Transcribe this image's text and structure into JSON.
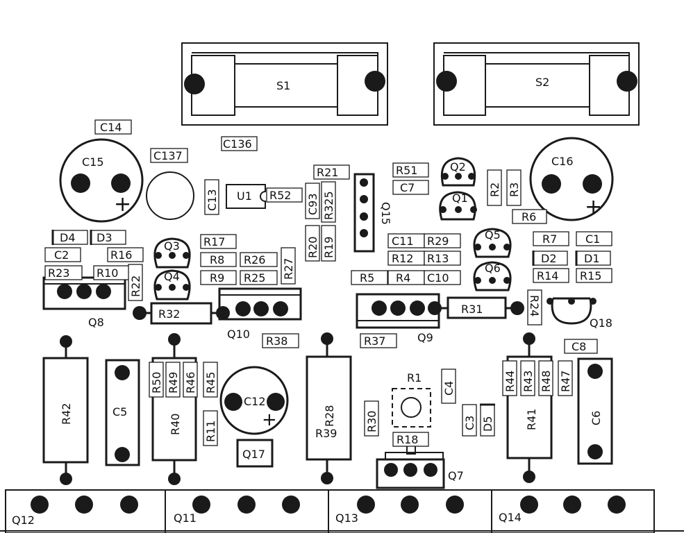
{
  "colors": {
    "ink": "#1a1a1a",
    "background": "#ffffff"
  },
  "switches": [
    {
      "ref": "S1"
    },
    {
      "ref": "S2"
    }
  ],
  "capacitor_labels": [
    "C14",
    "C136",
    "C137",
    "C13",
    "C93",
    "C7",
    "C11",
    "C10",
    "C2",
    "C1",
    "C8",
    "C4",
    "C3"
  ],
  "caps": [
    {
      "ref": "C15",
      "polarity": "+"
    },
    {
      "ref": "C16",
      "polarity": "+"
    },
    {
      "ref": "C12",
      "polarity": "+"
    },
    {
      "ref": "C5"
    },
    {
      "ref": "C6"
    }
  ],
  "resistor_labels": [
    "R21",
    "R325",
    "R20",
    "R19",
    "R51",
    "R2",
    "R3",
    "R6",
    "R52",
    "R17",
    "R16",
    "R8",
    "R26",
    "R27",
    "R9",
    "R25",
    "R23",
    "R10",
    "R22",
    "R29",
    "R12",
    "R13",
    "R5",
    "R4",
    "R7",
    "R14",
    "R15",
    "R24",
    "R38",
    "R37",
    "R50",
    "R49",
    "R46",
    "R45",
    "R11",
    "R30",
    "R44",
    "R43",
    "R48",
    "R47",
    "R18"
  ],
  "resistors": [
    {
      "ref": "R42"
    },
    {
      "ref": "R40"
    },
    {
      "ref": "R28"
    },
    {
      "ref": "R39"
    },
    {
      "ref": "R41"
    },
    {
      "ref": "R32"
    },
    {
      "ref": "R31"
    },
    {
      "ref": "R1"
    }
  ],
  "diodes": [
    "D4",
    "D3",
    "D2",
    "D1",
    "D5"
  ],
  "transistors": [
    "Q1",
    "Q2",
    "Q3",
    "Q4",
    "Q5",
    "Q6",
    "Q18"
  ],
  "headers": [
    "Q8",
    "Q10",
    "Q9",
    "Q7",
    "Q15"
  ],
  "ics": [
    {
      "ref": "U1"
    },
    {
      "ref": "Q17"
    }
  ],
  "bottom_connectors": [
    "Q12",
    "Q11",
    "Q13",
    "Q14"
  ]
}
